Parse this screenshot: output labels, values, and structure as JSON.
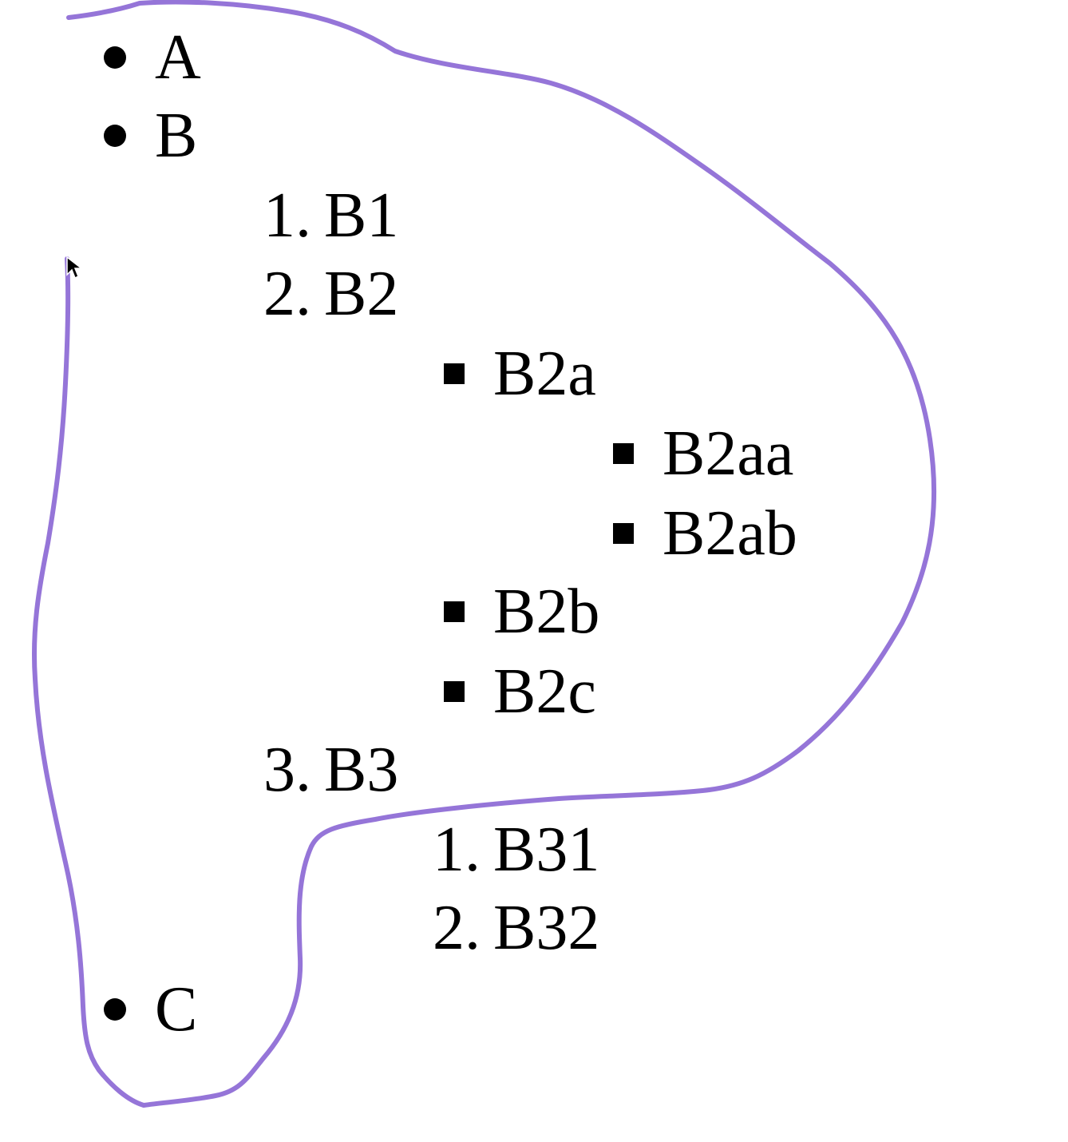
{
  "annotation": {
    "stroke_color": "#9575d8"
  },
  "list": {
    "a": {
      "marker": "disc",
      "label": "A"
    },
    "b": {
      "marker": "disc",
      "label": "B",
      "children": {
        "b1": {
          "number": "1.",
          "label": "B1"
        },
        "b2": {
          "number": "2.",
          "label": "B2",
          "children": {
            "b2a": {
              "marker": "square",
              "label": "B2a",
              "children": {
                "b2aa": {
                  "marker": "square",
                  "label": "B2aa"
                },
                "b2ab": {
                  "marker": "square",
                  "label": "B2ab"
                }
              }
            },
            "b2b": {
              "marker": "square",
              "label": "B2b"
            },
            "b2c": {
              "marker": "square",
              "label": "B2c"
            }
          }
        },
        "b3": {
          "number": "3.",
          "label": "B3",
          "children": {
            "b31": {
              "number": "1.",
              "label": "B31"
            },
            "b32": {
              "number": "2.",
              "label": "B32"
            }
          }
        }
      }
    },
    "c": {
      "marker": "disc",
      "label": "C"
    }
  },
  "cursor_icon": "arrow-cursor-icon"
}
